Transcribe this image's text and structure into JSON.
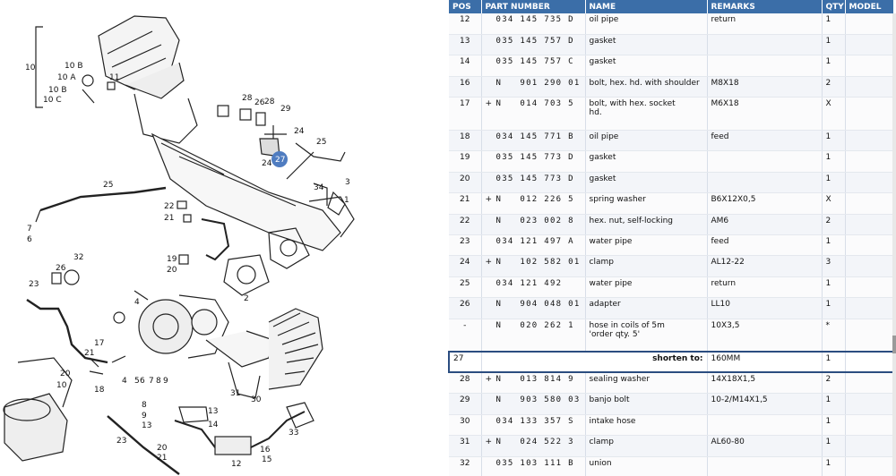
{
  "diagram": {
    "labels": [
      "10",
      "10 B",
      "10 A",
      "11",
      "10 B",
      "10 C",
      "28",
      "26",
      "28",
      "29",
      "24",
      "24",
      "27",
      "25",
      "25",
      "22",
      "21",
      "19",
      "20",
      "7",
      "6",
      "32",
      "26",
      "23",
      "4",
      "17",
      "21",
      "18",
      "20",
      "34",
      "3",
      "1",
      "2",
      "4",
      "5",
      "6",
      "7",
      "8",
      "9",
      "10",
      "13",
      "14",
      "31",
      "30",
      "8",
      "9",
      "13",
      "23",
      "20",
      "21",
      "33",
      "12",
      "16",
      "15"
    ],
    "highlight_label": "27",
    "highlight_color": "#4f7cc0"
  },
  "table": {
    "headers": [
      "POS",
      "PART NUMBER",
      "NAME",
      "REMARKS",
      "QTY",
      "MODEL"
    ],
    "rows": [
      {
        "pos": "12",
        "plus": "",
        "pn": "034 145 735 D",
        "name": "oil pipe",
        "remarks": "return",
        "qty": "1",
        "model": ""
      },
      {
        "pos": "13",
        "plus": "",
        "pn": "035 145 757 D",
        "name": "gasket",
        "remarks": "",
        "qty": "1",
        "model": ""
      },
      {
        "pos": "14",
        "plus": "",
        "pn": "035 145 757 C",
        "name": "gasket",
        "remarks": "",
        "qty": "1",
        "model": ""
      },
      {
        "pos": "16",
        "plus": "",
        "pn": "N   901 290 01",
        "name": "bolt, hex. hd. with shoulder",
        "remarks": "M8X18",
        "qty": "2",
        "model": ""
      },
      {
        "pos": "17",
        "plus": "+",
        "pn": "N   014 703 5",
        "name": "bolt, with hex. socket\nhd.",
        "remarks": "M6X18",
        "qty": "X",
        "model": ""
      },
      {
        "pos": "18",
        "plus": "",
        "pn": "034 145 771 B",
        "name": "oil pipe",
        "remarks": "feed",
        "qty": "1",
        "model": ""
      },
      {
        "pos": "19",
        "plus": "",
        "pn": "035 145 773 D",
        "name": "gasket",
        "remarks": "",
        "qty": "1",
        "model": ""
      },
      {
        "pos": "20",
        "plus": "",
        "pn": "035 145 773 D",
        "name": "gasket",
        "remarks": "",
        "qty": "1",
        "model": ""
      },
      {
        "pos": "21",
        "plus": "+",
        "pn": "N   012 226 5",
        "name": "spring washer",
        "remarks": "B6X12X0,5",
        "qty": "X",
        "model": ""
      },
      {
        "pos": "22",
        "plus": "",
        "pn": "N   023 002 8",
        "name": "hex. nut, self-locking",
        "remarks": "AM6",
        "qty": "2",
        "model": ""
      },
      {
        "pos": "23",
        "plus": "",
        "pn": "034 121 497 A",
        "name": "water pipe",
        "remarks": "feed",
        "qty": "1",
        "model": ""
      },
      {
        "pos": "24",
        "plus": "+",
        "pn": "N   102 582 01",
        "name": "clamp",
        "remarks": "AL12-22",
        "qty": "3",
        "model": ""
      },
      {
        "pos": "25",
        "plus": "",
        "pn": "034 121 492",
        "name": "water pipe",
        "remarks": "return",
        "qty": "1",
        "model": ""
      },
      {
        "pos": "26",
        "plus": "",
        "pn": "N   904 048 01",
        "name": "adapter",
        "remarks": "LL10",
        "qty": "1",
        "model": ""
      },
      {
        "pos": "-",
        "plus": "",
        "pn": "N   020 262 1",
        "name": "hose in coils of 5m\n'order qty. 5'",
        "remarks": "10X3,5",
        "qty": "*",
        "model": ""
      },
      {
        "pos": "27",
        "shorten": "shorten to:",
        "remarks": "160MM",
        "qty": "1",
        "model": ""
      },
      {
        "pos": "28",
        "plus": "+",
        "pn": "N   013 814 9",
        "name": "sealing washer",
        "remarks": "14X18X1,5",
        "qty": "2",
        "model": ""
      },
      {
        "pos": "29",
        "plus": "",
        "pn": "N   903 580 03",
        "name": "banjo bolt",
        "remarks": "10-2/M14X1,5",
        "qty": "1",
        "model": ""
      },
      {
        "pos": "30",
        "plus": "",
        "pn": "034 133 357 S",
        "name": "intake hose",
        "remarks": "",
        "qty": "1",
        "model": ""
      },
      {
        "pos": "31",
        "plus": "+",
        "pn": "N   024 522 3",
        "name": "clamp",
        "remarks": "AL60-80",
        "qty": "1",
        "model": ""
      },
      {
        "pos": "32",
        "plus": "",
        "pn": "035 103 111 B",
        "name": "union",
        "remarks": "",
        "qty": "1",
        "model": ""
      }
    ]
  },
  "colors": {
    "header_bg": "#3b6ea8",
    "highlight_border": "#2b4d80"
  }
}
